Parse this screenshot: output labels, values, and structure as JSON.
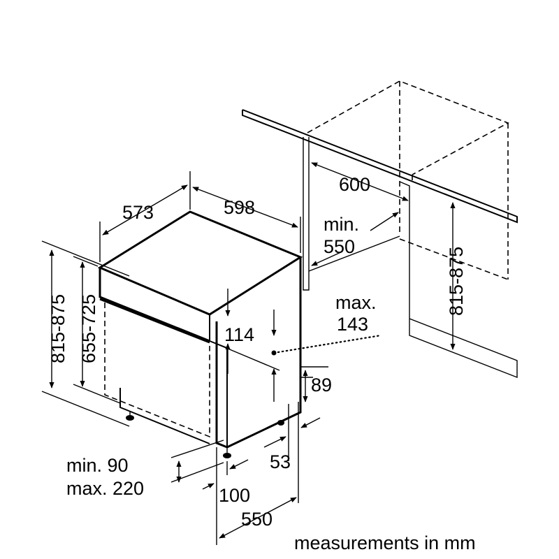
{
  "dimensions": {
    "depth_573": "573",
    "width_598": "598",
    "niche_width_600": "600",
    "niche_min_550_line1": "min.",
    "niche_min_550_line2": "550",
    "max_143_line1": "max.",
    "max_143_line2": "143",
    "panel_114": "114",
    "height_815_875_left": "815-875",
    "height_655_725": "655-725",
    "height_815_875_right": "815-875",
    "gap_89": "89",
    "foot_53": "53",
    "plinth_line1": "min. 90",
    "plinth_line2": "max. 220",
    "foot_100": "100",
    "depth_550": "550"
  },
  "caption": "measurements in mm"
}
